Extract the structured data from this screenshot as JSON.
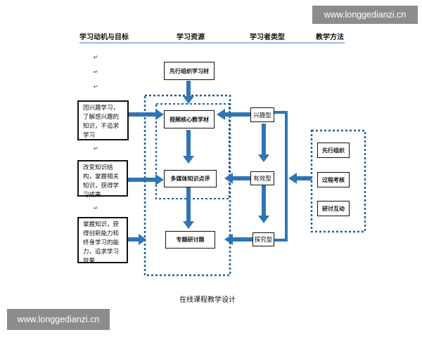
{
  "watermark_top": "www.longgedianzi.cn",
  "watermark_bottom": "www.longgedianzi.cn",
  "headers": {
    "motivation": "学习动机与目标",
    "resources": "学习资源",
    "learner_type": "学习者类型",
    "methods": "教学方法"
  },
  "paragraph_mark": "↵",
  "resources": {
    "advance_organizer": "先行组织学习材",
    "video_core": "视频核心教学材",
    "multimedia": "多媒体知识点评",
    "seminar": "专题研讨题"
  },
  "learner_types": {
    "interest": "兴趣型",
    "effective": "有效型",
    "explore": "探究型"
  },
  "motivations": [
    "因兴趣学习，了解感兴趣的知识，不追求学习",
    "改变知识结构，掌握相关知识，获得学习成果",
    "掌握知识，获得创新能力和终身学习的能力，追求学习效果"
  ],
  "methods": [
    "先行组织",
    "过程考核",
    "研讨互动"
  ],
  "caption": "在线课程教学设计",
  "colors": {
    "arrow": "#2E75B6",
    "dotted": "#1F5F99",
    "watermark_bg": "#8C8C8C"
  }
}
